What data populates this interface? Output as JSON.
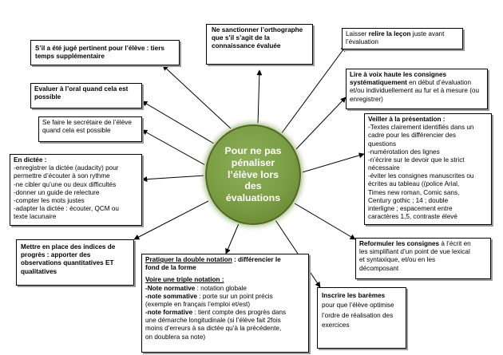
{
  "center": {
    "text": "Pour ne pas\npénaliser\nl’élève lors\ndes\névaluations"
  },
  "boxes": {
    "orthographe": {
      "text": "Ne sanctionner l’orthographe\nque s’il s’agit de la\nconnaissance évaluée"
    },
    "relire": {
      "pre": "Laisser ",
      "bold": "relire la leçon",
      "post": " juste avant\nl’évaluation"
    },
    "tiers_temps": {
      "text": "S’il a été jugé pertinent pour l’élève : tiers\ntemps supplémentaire"
    },
    "oral": {
      "text": "Evaluer à l’oral quand cela est\npossible"
    },
    "lire_voix": {
      "bold": "Lire à voix haute  les consignes\nsystématiquement",
      "post": " en début d’évaluation\net/ou individuellement au fur et à mesure (ou\nenregistrer)"
    },
    "secretaire": {
      "text": "Se faire le secrétaire de l’élève\nquand cela est possible"
    },
    "presentation": {
      "title": "Veiller à la présentation :",
      "body": "-Textes clairement identifiés dans un\ncadre pour les différencier des\nquestions\n-numérotation des lignes\n-n’écrire sur le devoir que le strict\nnécessaire\n-éviter les consignes manuscrites ou\nécrites au tableau ((police Arial,\nTimes new roman, Comic sans,\nCentury gothic ; 14 ; double\ninterligne ; espacement entre\ncaractères 1,5, contraste élevé"
    },
    "dictee": {
      "title": "En dictée :",
      "body": "-enregistrer la dictée (audacity) pour\npermettre d’écouter à son rythme\n-ne cibler qu’une ou deux difficultés\n-donner un guide de relecture\n-compter les mots justes\n-adapter la dictée : écouter, QCM ou\ntexte lacunaire"
    },
    "indices": {
      "text": "Mettre en place des indices de\nprogrès : apporter des\nobservations quantitatives ET\nqualitatives"
    },
    "reformuler": {
      "bold": "Reformuler les consignes",
      "post": " à l’écrit en\nles simplifiant d’un point de vue lexical\net syntaxique, et/ou en les\ndécomposant"
    },
    "double_notation": {
      "line1_underline": "Pratiquer la double notation",
      "line1_rest": " : différencier le\nfond de la forme",
      "triple_title": "Voire une triple notation :",
      "normative_label": "-Note normative",
      "normative_text": " : notation globale",
      "sommative_label": "-note sommative",
      "sommative_text": " : porte sur un point précis\n(exemple en français l’emploi et/est)",
      "formative_label": "-note formative",
      "formative_text": " : tient compte des progrès dans\nune  démarche longitudinale (si l’élève fait 2fois\nmoins d’erreurs à sa dictée qu’à la précédente,\non doublera sa note)"
    },
    "baremes": {
      "bold": "Inscrire les barèmes",
      "post": "\npour que l’élève optimise\nl’ordre de réalisation des\nexercices"
    }
  }
}
